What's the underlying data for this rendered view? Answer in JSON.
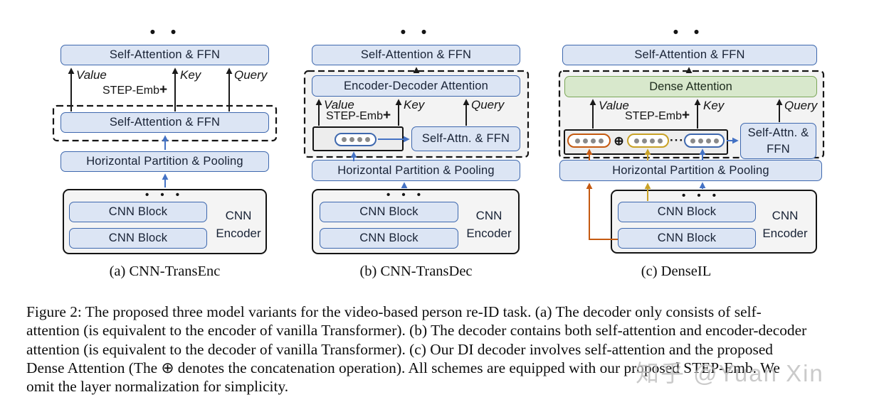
{
  "labels": {
    "value": "Value",
    "key": "Key",
    "query": "Query",
    "step_emb": "STEP-Emb",
    "plus": "+",
    "dots": "• • •",
    "oplus": "⊕",
    "ellipsis": "···"
  },
  "panels": {
    "a": {
      "caption": "(a) CNN-TransEnc",
      "top": "Self-Attention & FFN",
      "decoder": "Self-Attention & FFN",
      "hpp": "Horizontal Partition & Pooling",
      "cnn_block_1": "CNN Block",
      "cnn_block_2": "CNN Block",
      "encoder_label": "CNN Encoder"
    },
    "b": {
      "caption": "(b) CNN-TransDec",
      "top": "Self-Attention & FFN",
      "eda": "Encoder-Decoder Attention",
      "self_attn": "Self-Attn. & FFN",
      "hpp": "Horizontal Partition & Pooling",
      "cnn_block_1": "CNN Block",
      "cnn_block_2": "CNN Block",
      "encoder_label": "CNN Encoder"
    },
    "c": {
      "caption": "(c) DenseIL",
      "top": "Self-Attention & FFN",
      "dense": "Dense Attention",
      "self_attn": "Self-Attn. & FFN",
      "hpp": "Horizontal Partition & Pooling",
      "cnn_block_1": "CNN Block",
      "cnn_block_2": "CNN Block",
      "encoder_label": "CNN Encoder"
    }
  },
  "figure_caption": {
    "lines": [
      "Figure 2: The proposed three model variants for the video-based person re-ID task. (a) The decoder only consists of self-",
      "attention (is equivalent to the encoder of vanilla Transformer). (b) The decoder contains both self-attention and encoder-decoder",
      "attention (is equivalent to the decoder of vanilla Transformer). (c) Our DI decoder involves self-attention and the proposed",
      "Dense Attention (The ⊕ denotes the concatenation operation). All schemes are equipped with our proposed STEP-Emb. We",
      "omit the layer normalization for simplicity."
    ]
  },
  "watermark": {
    "text": "知乎 @Yuan Xin"
  },
  "colors": {
    "box_fill": "#dce5f4",
    "box_border": "#3e68ae",
    "green_fill": "#d8e8cc",
    "green_border": "#7ba659",
    "arrow_blue": "#4472c4",
    "arrow_orange": "#c55a11",
    "arrow_yellow": "#c9a227",
    "arrow_black": "#1a1a1a",
    "token_dot": "#8a8a8a"
  }
}
